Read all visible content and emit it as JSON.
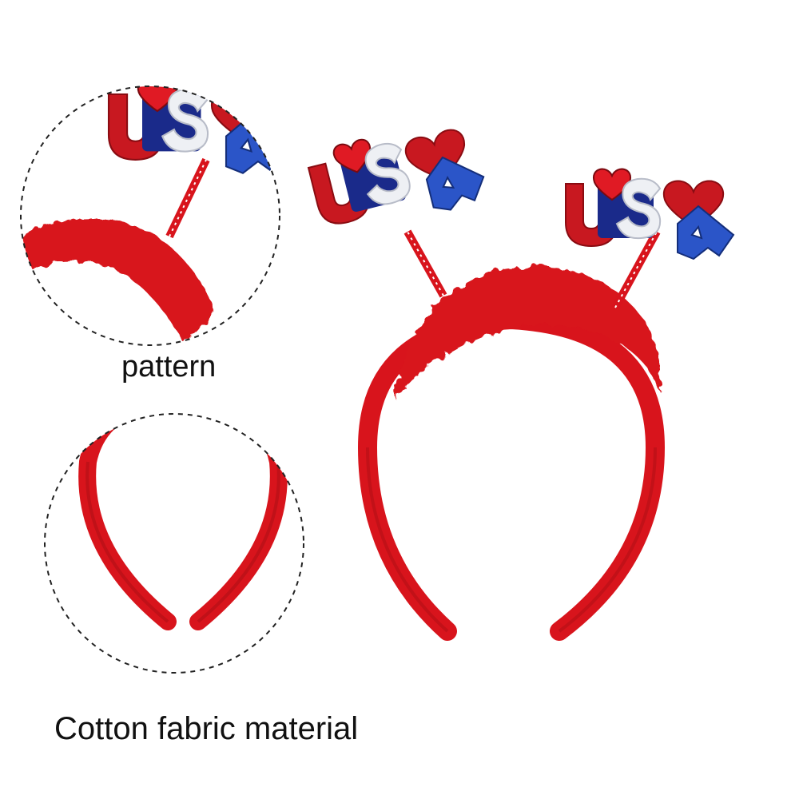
{
  "captions": {
    "pattern": "pattern",
    "material": "Cotton fabric material"
  },
  "decorations": {
    "letters": [
      "U",
      "S",
      "A"
    ]
  },
  "colors": {
    "band_red": "#d8141c",
    "band_dark": "#a80d14",
    "glitter_red": "#c81820",
    "glitter_blue": "#2b55c8",
    "navy": "#1a2a8a",
    "silver": "#eef0f4",
    "dashed_line": "#222222"
  }
}
